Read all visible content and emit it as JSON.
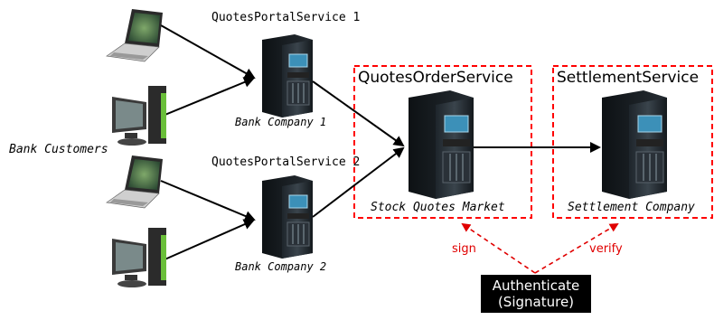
{
  "portals": [
    {
      "service": "QuotesPortalService 1",
      "company": "Bank Company 1"
    },
    {
      "service": "QuotesPortalService 2",
      "company": "Bank Company 2"
    }
  ],
  "customers_label": "Bank Customers",
  "order_service": {
    "title": "QuotesOrderService",
    "company": "Stock Quotes Market"
  },
  "settlement_service": {
    "title": "SettlementService",
    "company": "Settlement Company"
  },
  "signature_links": {
    "sign": "sign",
    "verify": "verify"
  },
  "authenticate": {
    "line1": "Authenticate",
    "line2": "(Signature)"
  },
  "colors": {
    "dashed_box": "#ff0000",
    "edge": "#000000",
    "signature_edge": "#ff0000"
  }
}
